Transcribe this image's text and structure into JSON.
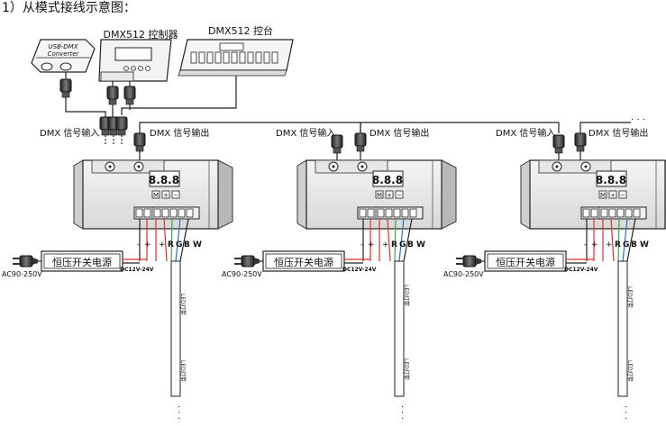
{
  "heading": "1）从模式接线示意图：",
  "usb_dmx": {
    "line1": "USB-DMX",
    "line2": "Converter"
  },
  "dmx512_controller": "DMX512 控制器",
  "dmx512_console": "DMX512 控台",
  "dmx_in": "DMX 信号输入",
  "dmx_out": "DMX 信号输出",
  "continuation_dots": "· · ·",
  "terminals": {
    "neg": "-",
    "pos": "+",
    "r": "R",
    "g": "G",
    "b": "B",
    "w": "W"
  },
  "buttons": {
    "m": "M",
    "up": "+",
    "down": "−"
  },
  "display": "8.8.8",
  "psu_label": "恒压开关电源",
  "ac_input": "AC90-250V",
  "dc_output": "DC12V-24V",
  "led_strip": "LED灯带",
  "colors": {
    "red": "#e0302a",
    "green": "#3aa64a",
    "blue": "#2a72c8",
    "display": "#d42020"
  }
}
